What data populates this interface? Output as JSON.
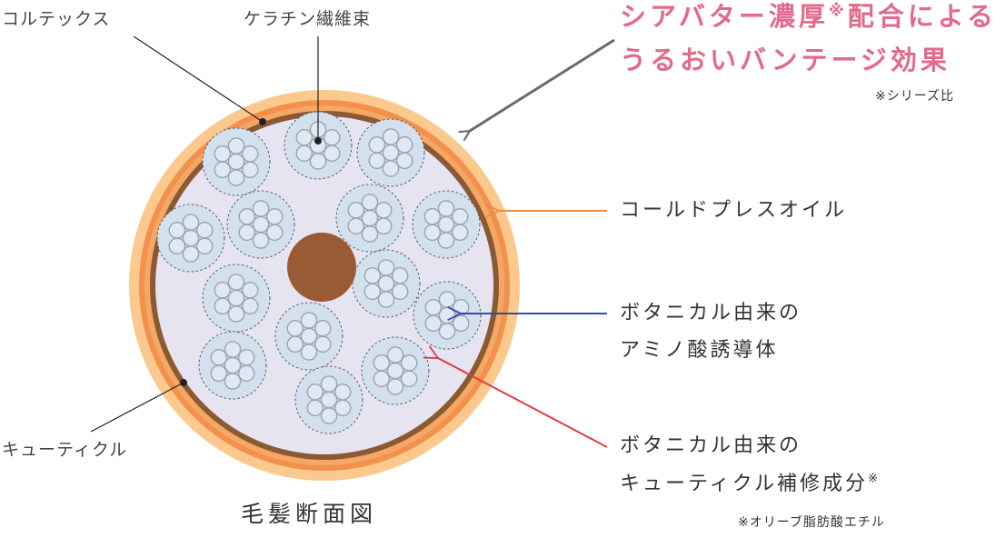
{
  "labels": {
    "cortex": "コルテックス",
    "keratin": "ケラチン繊維束",
    "cuticle": "キューティクル",
    "headline_line1": "シアバター濃厚",
    "headline_mark1": "※",
    "headline_line1_tail": "配合による",
    "headline_line2": "うるおいバンテージ効果",
    "headline_note": "※シリーズ比",
    "oil": "コールドプレスオイル",
    "amino_line1": "ボタニカル由来の",
    "amino_line2": "アミノ酸誘導体",
    "cuticle_repair_line1": "ボタニカル由来の",
    "cuticle_repair_line2": "キューティクル補修成分",
    "cuticle_repair_mark": "※",
    "cuticle_repair_note": "※オリーブ脂肪酸エチル",
    "title": "毛髪断面図"
  },
  "colors": {
    "outer_ring": "#fbc98d",
    "mid_ring": "#f2904c",
    "cuticle_ring": "#8b5a33",
    "cortex_fill": "#e6e4f1",
    "medulla": "#995b33",
    "bundle_fill": "#d3e1ef",
    "fiber_stroke": "#9aa3b2",
    "arrow_gray": "#6b6b6b",
    "arrow_orange": "#f08a45",
    "arrow_blue": "#2f4f9c",
    "arrow_red": "#e03a44",
    "headline_pink": "#e26a8a"
  }
}
